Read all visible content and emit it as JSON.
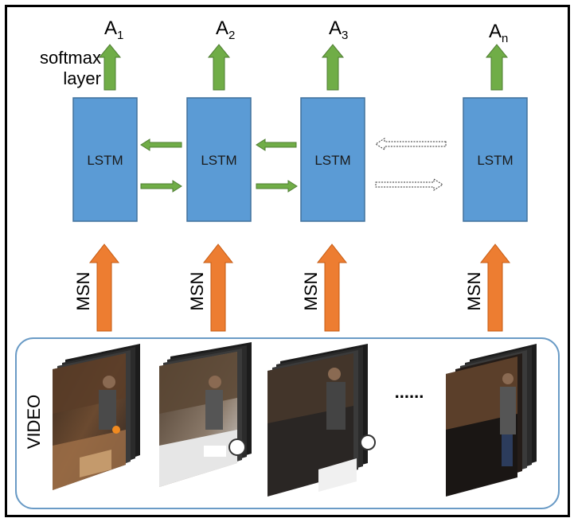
{
  "diagram": {
    "softmax_label_line1": "softmax",
    "softmax_label_line2": "layer",
    "lstm_label": "LSTM",
    "msn_label": "MSN",
    "video_label": "VIDEO",
    "ellipsis": "......",
    "outputs": [
      {
        "base": "A",
        "sub": "1"
      },
      {
        "base": "A",
        "sub": "2"
      },
      {
        "base": "A",
        "sub": "3"
      },
      {
        "base": "A",
        "sub": "n"
      }
    ],
    "colors": {
      "lstm_fill": "#5b9bd5",
      "lstm_stroke": "#41719c",
      "green_arrow": "#70ad47",
      "orange_arrow": "#ed7d31",
      "video_border": "#6a9bc6"
    }
  }
}
